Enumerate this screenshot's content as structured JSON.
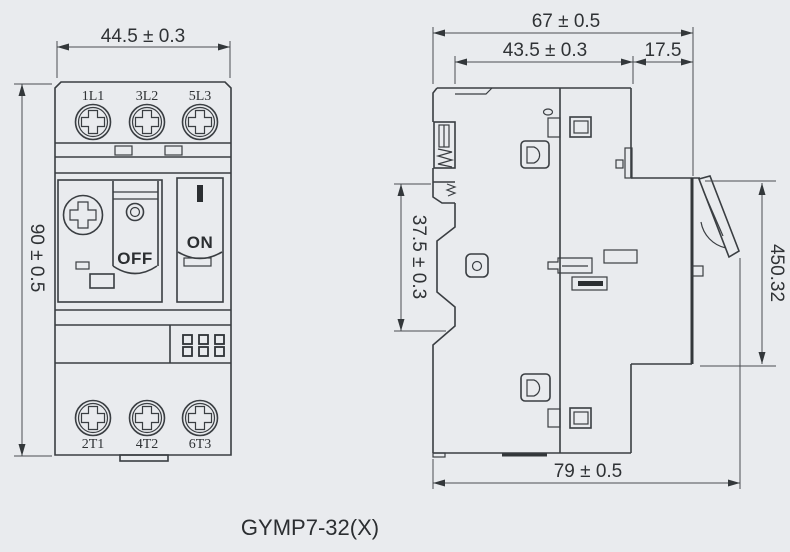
{
  "title": "GYMP7-32(X)",
  "colors": {
    "background": "#e9ebee",
    "line": "#3a3e42",
    "text": "#2f3235"
  },
  "front_view": {
    "dim_width": "44.5 ± 0.3",
    "dim_height": "90 ± 0.5",
    "terminals_top": [
      "1L1",
      "3L2",
      "5L3"
    ],
    "terminals_bottom": [
      "2T1",
      "4T2",
      "6T3"
    ],
    "off_label": "OFF",
    "on_label": "ON"
  },
  "side_view": {
    "dim_overall_width": "67 ± 0.5",
    "dim_body_width": "43.5 ± 0.3",
    "dim_front_depth": "17.5",
    "dim_rail_height": "37.5 ± 0.3",
    "dim_handle": "450.32",
    "dim_total_depth": "79 ± 0.5"
  }
}
